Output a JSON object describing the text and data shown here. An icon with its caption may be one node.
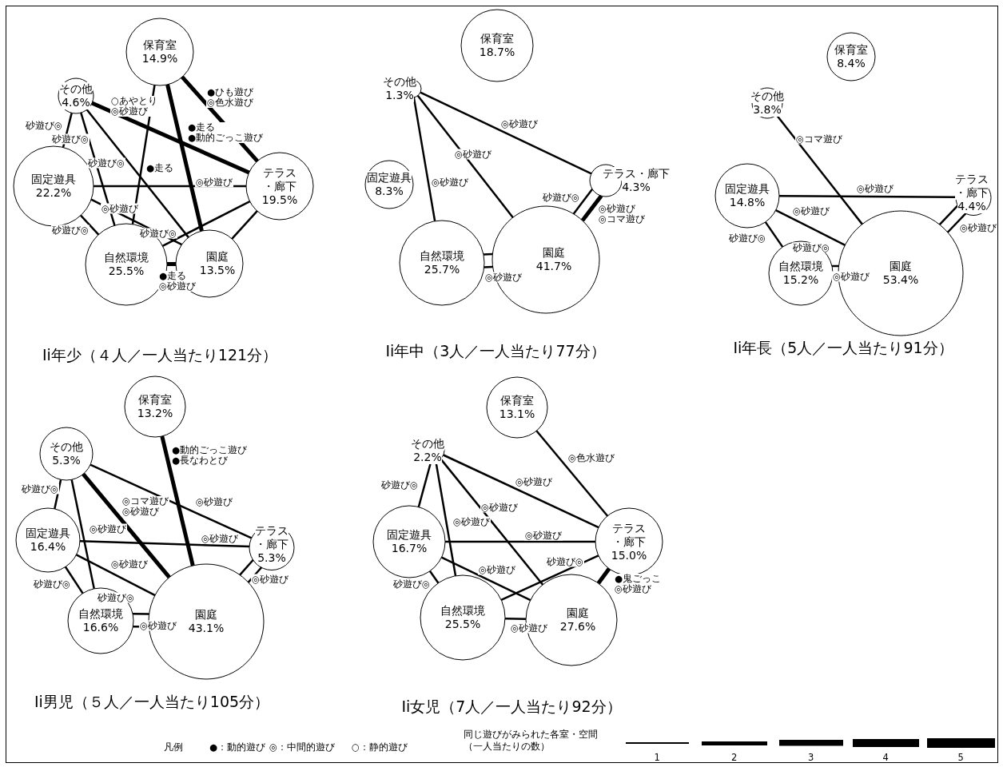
{
  "diagram": {
    "nodes": [
      {
        "text": [
          "保育室",
          "14.9%"
        ]
      },
      {
        "text": [
          "その他",
          "4.6%"
        ]
      },
      {
        "text": [
          "固定遊具",
          "22.2%"
        ]
      },
      {
        "text": [
          "テラス・廊下",
          "19.5%"
        ]
      },
      {
        "text": [
          "自然環境",
          "25.5%"
        ]
      },
      {
        "text": [
          "園庭",
          "13.5%"
        ]
      },
      {
        "text": [
          "保育室",
          "18.7%"
        ]
      },
      {
        "text": [
          "その他",
          "1.3%"
        ]
      },
      {
        "text": [
          "固定遊具",
          "8.3%"
        ]
      },
      {
        "text": [
          "テラス・廊下",
          "4.3%"
        ]
      },
      {
        "text": [
          "自然環境",
          "25.7%"
        ]
      },
      {
        "text": [
          "園庭",
          "41.7%"
        ]
      },
      {
        "text": [
          "保育室",
          "8.4%"
        ]
      },
      {
        "text": [
          "その他",
          "3.8%"
        ]
      },
      {
        "text": [
          "固定遊具",
          "14.8%"
        ]
      },
      {
        "text": [
          "テラス・廊下",
          "4.4%"
        ]
      },
      {
        "text": [
          "自然環境",
          "15.2%"
        ]
      },
      {
        "text": [
          "園庭",
          "53.4%"
        ]
      },
      {
        "text": [
          "保育室",
          "13.2%"
        ]
      },
      {
        "text": [
          "その他",
          "5.3%"
        ]
      },
      {
        "text": [
          "固定遊具",
          "16.4%"
        ]
      },
      {
        "text": [
          "テラス・廊下",
          "5.3%"
        ]
      },
      {
        "text": [
          "自然環境",
          "16.6%"
        ]
      },
      {
        "text": [
          "園庭",
          "43.1%"
        ]
      },
      {
        "text": [
          "保育室",
          "13.1%"
        ]
      },
      {
        "text": [
          "その他",
          "2.2%"
        ]
      },
      {
        "text": [
          "固定遊具",
          "16.7%"
        ]
      },
      {
        "text": [
          "テラス・廊下",
          "15.0%"
        ]
      },
      {
        "text": [
          "自然環境",
          "25.5%"
        ]
      },
      {
        "text": [
          "園庭",
          "27.6%"
        ]
      }
    ],
    "edges": [
      {
        "from": 0,
        "to": 3,
        "arrow": "none",
        "label": "●ひも遊び ◎色水遊び",
        "style": "thick"
      },
      {
        "from": 0,
        "to": 5,
        "arrow": "none",
        "label": "●走る ●動的ごっこ遊び",
        "style": "thick"
      },
      {
        "from": 0,
        "to": 4,
        "arrow": "none",
        "label": "●走る"
      },
      {
        "from": 1,
        "to": 3,
        "arrow": "none",
        "label": "○あやとり ◎砂遊び",
        "style": "thick"
      },
      {
        "from": 1,
        "to": 2,
        "arrow": "none",
        "label": "砂遊び◎"
      },
      {
        "from": 1,
        "to": 4,
        "arrow": "none",
        "label": "砂遊び◎"
      },
      {
        "from": 1,
        "to": 5,
        "arrow": "none",
        "label": "砂遊び◎"
      },
      {
        "from": 2,
        "to": 3,
        "arrow": "none",
        "label": "◎砂遊び"
      },
      {
        "from": 2,
        "to": 5,
        "arrow": "none",
        "label": "◎砂遊び"
      },
      {
        "from": 2,
        "to": 4,
        "arrow": "none",
        "label": "砂遊び◎"
      },
      {
        "from": 4,
        "to": 3,
        "arrow": "none",
        "label": "砂遊び◎"
      },
      {
        "from": 4,
        "to": 5,
        "arrow": "none",
        "label": "●走る ◎砂遊び",
        "style": "thick"
      },
      {
        "from": 3,
        "to": 5,
        "arrow": "none"
      },
      {
        "from": 7,
        "to": 9,
        "arrow": "none",
        "label": "◎砂遊び"
      },
      {
        "from": 7,
        "to": 11,
        "arrow": "none",
        "label": "◎砂遊び"
      },
      {
        "from": 7,
        "to": 10,
        "arrow": "none",
        "label": "◎砂遊び"
      },
      {
        "from": 9,
        "to": 11,
        "arrow": "none",
        "label": "砂遊び◎"
      },
      {
        "from": 9,
        "to": 11,
        "arrow": "none",
        "label": "◎砂遊び ◎コマ遊び",
        "style": "thick"
      },
      {
        "from": 10,
        "to": 11,
        "arrow": "none"
      },
      {
        "from": 10,
        "to": 11,
        "arrow": "none",
        "label": "◎砂遊び"
      },
      {
        "from": 13,
        "to": 17,
        "arrow": "none",
        "label": "◎コマ遊び"
      },
      {
        "from": 14,
        "to": 15,
        "arrow": "none",
        "label": "◎砂遊び"
      },
      {
        "from": 14,
        "to": 17,
        "arrow": "none",
        "label": "◎砂遊び"
      },
      {
        "from": 14,
        "to": 16,
        "arrow": "none",
        "label": "砂遊び◎"
      },
      {
        "from": 16,
        "to": 17,
        "arrow": "none",
        "label": "砂遊び◎"
      },
      {
        "from": 16,
        "to": 17,
        "arrow": "none",
        "label": "◎砂遊び"
      },
      {
        "from": 15,
        "to": 17,
        "arrow": "none"
      },
      {
        "from": 15,
        "to": 17,
        "arrow": "none",
        "label": "◎砂遊び"
      },
      {
        "from": 18,
        "to": 23,
        "arrow": "none",
        "label": "●動的ごっこ遊び ●長なわとび",
        "style": "thick"
      },
      {
        "from": 19,
        "to": 20,
        "arrow": "none",
        "label": "砂遊び◎"
      },
      {
        "from": 19,
        "to": 22,
        "arrow": "none",
        "label": "◎砂遊び"
      },
      {
        "from": 19,
        "to": 23,
        "arrow": "none",
        "label": "◎コマ遊び ◎砂遊び",
        "style": "thick"
      },
      {
        "from": 19,
        "to": 21,
        "arrow": "none",
        "label": "◎砂遊び"
      },
      {
        "from": 20,
        "to": 21,
        "arrow": "none",
        "label": "◎砂遊び"
      },
      {
        "from": 20,
        "to": 23,
        "arrow": "none",
        "label": "◎砂遊び"
      },
      {
        "from": 20,
        "to": 22,
        "arrow": "none",
        "label": "砂遊び◎"
      },
      {
        "from": 22,
        "to": 23,
        "arrow": "none",
        "label": "砂遊び◎"
      },
      {
        "from": 22,
        "to": 23,
        "arrow": "none",
        "label": "◎砂遊び"
      },
      {
        "from": 21,
        "to": 23,
        "arrow": "none"
      },
      {
        "from": 21,
        "to": 23,
        "arrow": "none",
        "label": "◎砂遊び"
      },
      {
        "from": 24,
        "to": 27,
        "arrow": "none",
        "label": "◎色水遊び"
      },
      {
        "from": 25,
        "to": 26,
        "arrow": "none",
        "label": "砂遊び◎"
      },
      {
        "from": 25,
        "to": 27,
        "arrow": "none",
        "label": "◎砂遊び"
      },
      {
        "from": 25,
        "to": 29,
        "arrow": "none",
        "label": "◎砂遊び"
      },
      {
        "from": 25,
        "to": 28,
        "arrow": "none",
        "label": "◎砂遊び"
      },
      {
        "from": 26,
        "to": 27,
        "arrow": "none",
        "label": "◎砂遊び"
      },
      {
        "from": 26,
        "to": 29,
        "arrow": "none",
        "label": "◎砂遊び"
      },
      {
        "from": 26,
        "to": 28,
        "arrow": "none",
        "label": "砂遊び◎"
      },
      {
        "from": 28,
        "to": 27,
        "arrow": "none",
        "label": "砂遊び◎"
      },
      {
        "from": 27,
        "to": 29,
        "arrow": "none",
        "label": "●鬼ごっこ ◎砂遊び",
        "style": "thick"
      },
      {
        "from": 28,
        "to": 29,
        "arrow": "none",
        "label": "◎砂遊び"
      }
    ],
    "labels": [
      "Ii年少（４人／一人当たり121分）",
      "Ii年中（3人／一人当たり77分）",
      "Ii年長（5人／一人当たり91分）",
      "Ii男児（５人／一人当たり105分）",
      "Ii女児（7人／一人当たり92分）",
      "凡例",
      "●：動的遊び",
      "◎：中間的遊び",
      "○：静的遊び",
      "同じ遊びがみられた各室・空間（一人当たりの数）"
    ],
    "legend": [
      {
        "text": "1"
      },
      {
        "text": "2"
      },
      {
        "text": "3"
      },
      {
        "text": "4"
      },
      {
        "text": "5"
      }
    ]
  }
}
